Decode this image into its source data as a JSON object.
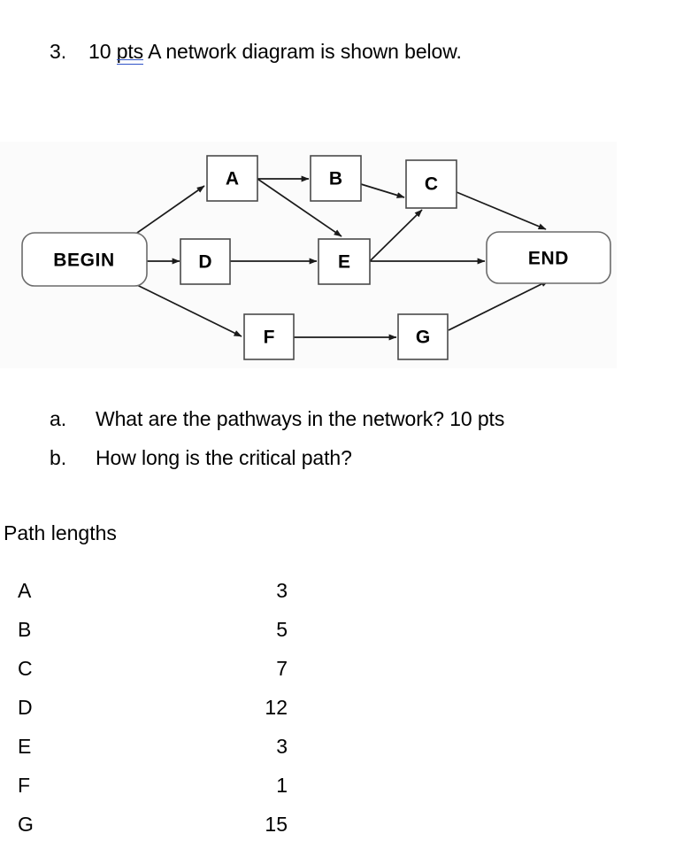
{
  "question": {
    "number": "3.",
    "points_prefix": "10 ",
    "points_underlined": "pts ",
    "text_rest": " A network diagram is shown below.",
    "underline_color": "#2f53c8"
  },
  "diagram": {
    "nodes": [
      {
        "id": "begin",
        "label": "BEGIN",
        "shape": "rounded-rect"
      },
      {
        "id": "a",
        "label": "A",
        "shape": "rect"
      },
      {
        "id": "b",
        "label": "B",
        "shape": "rect"
      },
      {
        "id": "c",
        "label": "C",
        "shape": "rect"
      },
      {
        "id": "d",
        "label": "D",
        "shape": "rect"
      },
      {
        "id": "e",
        "label": "E",
        "shape": "rect"
      },
      {
        "id": "f",
        "label": "F",
        "shape": "rect"
      },
      {
        "id": "g",
        "label": "G",
        "shape": "rect"
      },
      {
        "id": "end",
        "label": "END",
        "shape": "rounded-rect"
      }
    ],
    "edges": [
      {
        "from": "begin",
        "to": "a"
      },
      {
        "from": "begin",
        "to": "d"
      },
      {
        "from": "begin",
        "to": "f"
      },
      {
        "from": "a",
        "to": "b"
      },
      {
        "from": "a",
        "to": "e"
      },
      {
        "from": "b",
        "to": "c"
      },
      {
        "from": "c",
        "to": "end"
      },
      {
        "from": "d",
        "to": "e"
      },
      {
        "from": "e",
        "to": "c"
      },
      {
        "from": "e",
        "to": "end"
      },
      {
        "from": "f",
        "to": "g"
      },
      {
        "from": "g",
        "to": "end"
      }
    ],
    "background_color": "#fbfbfb",
    "node_fill": "#ffffff",
    "node_stroke": "#4a4a4a",
    "edge_color": "#1a1a1a"
  },
  "subquestions": [
    {
      "marker": "a.",
      "text": "What are the pathways in the network? 10 pts"
    },
    {
      "marker": "b.",
      "text": "How long is the critical path?"
    }
  ],
  "path_lengths": {
    "title": "Path lengths",
    "rows": [
      {
        "label": "A",
        "value": "3"
      },
      {
        "label": "B",
        "value": "5"
      },
      {
        "label": "C",
        "value": "7"
      },
      {
        "label": "D",
        "value": "12"
      },
      {
        "label": "E",
        "value": "3"
      },
      {
        "label": "F",
        "value": "1"
      },
      {
        "label": "G",
        "value": "15"
      }
    ]
  }
}
